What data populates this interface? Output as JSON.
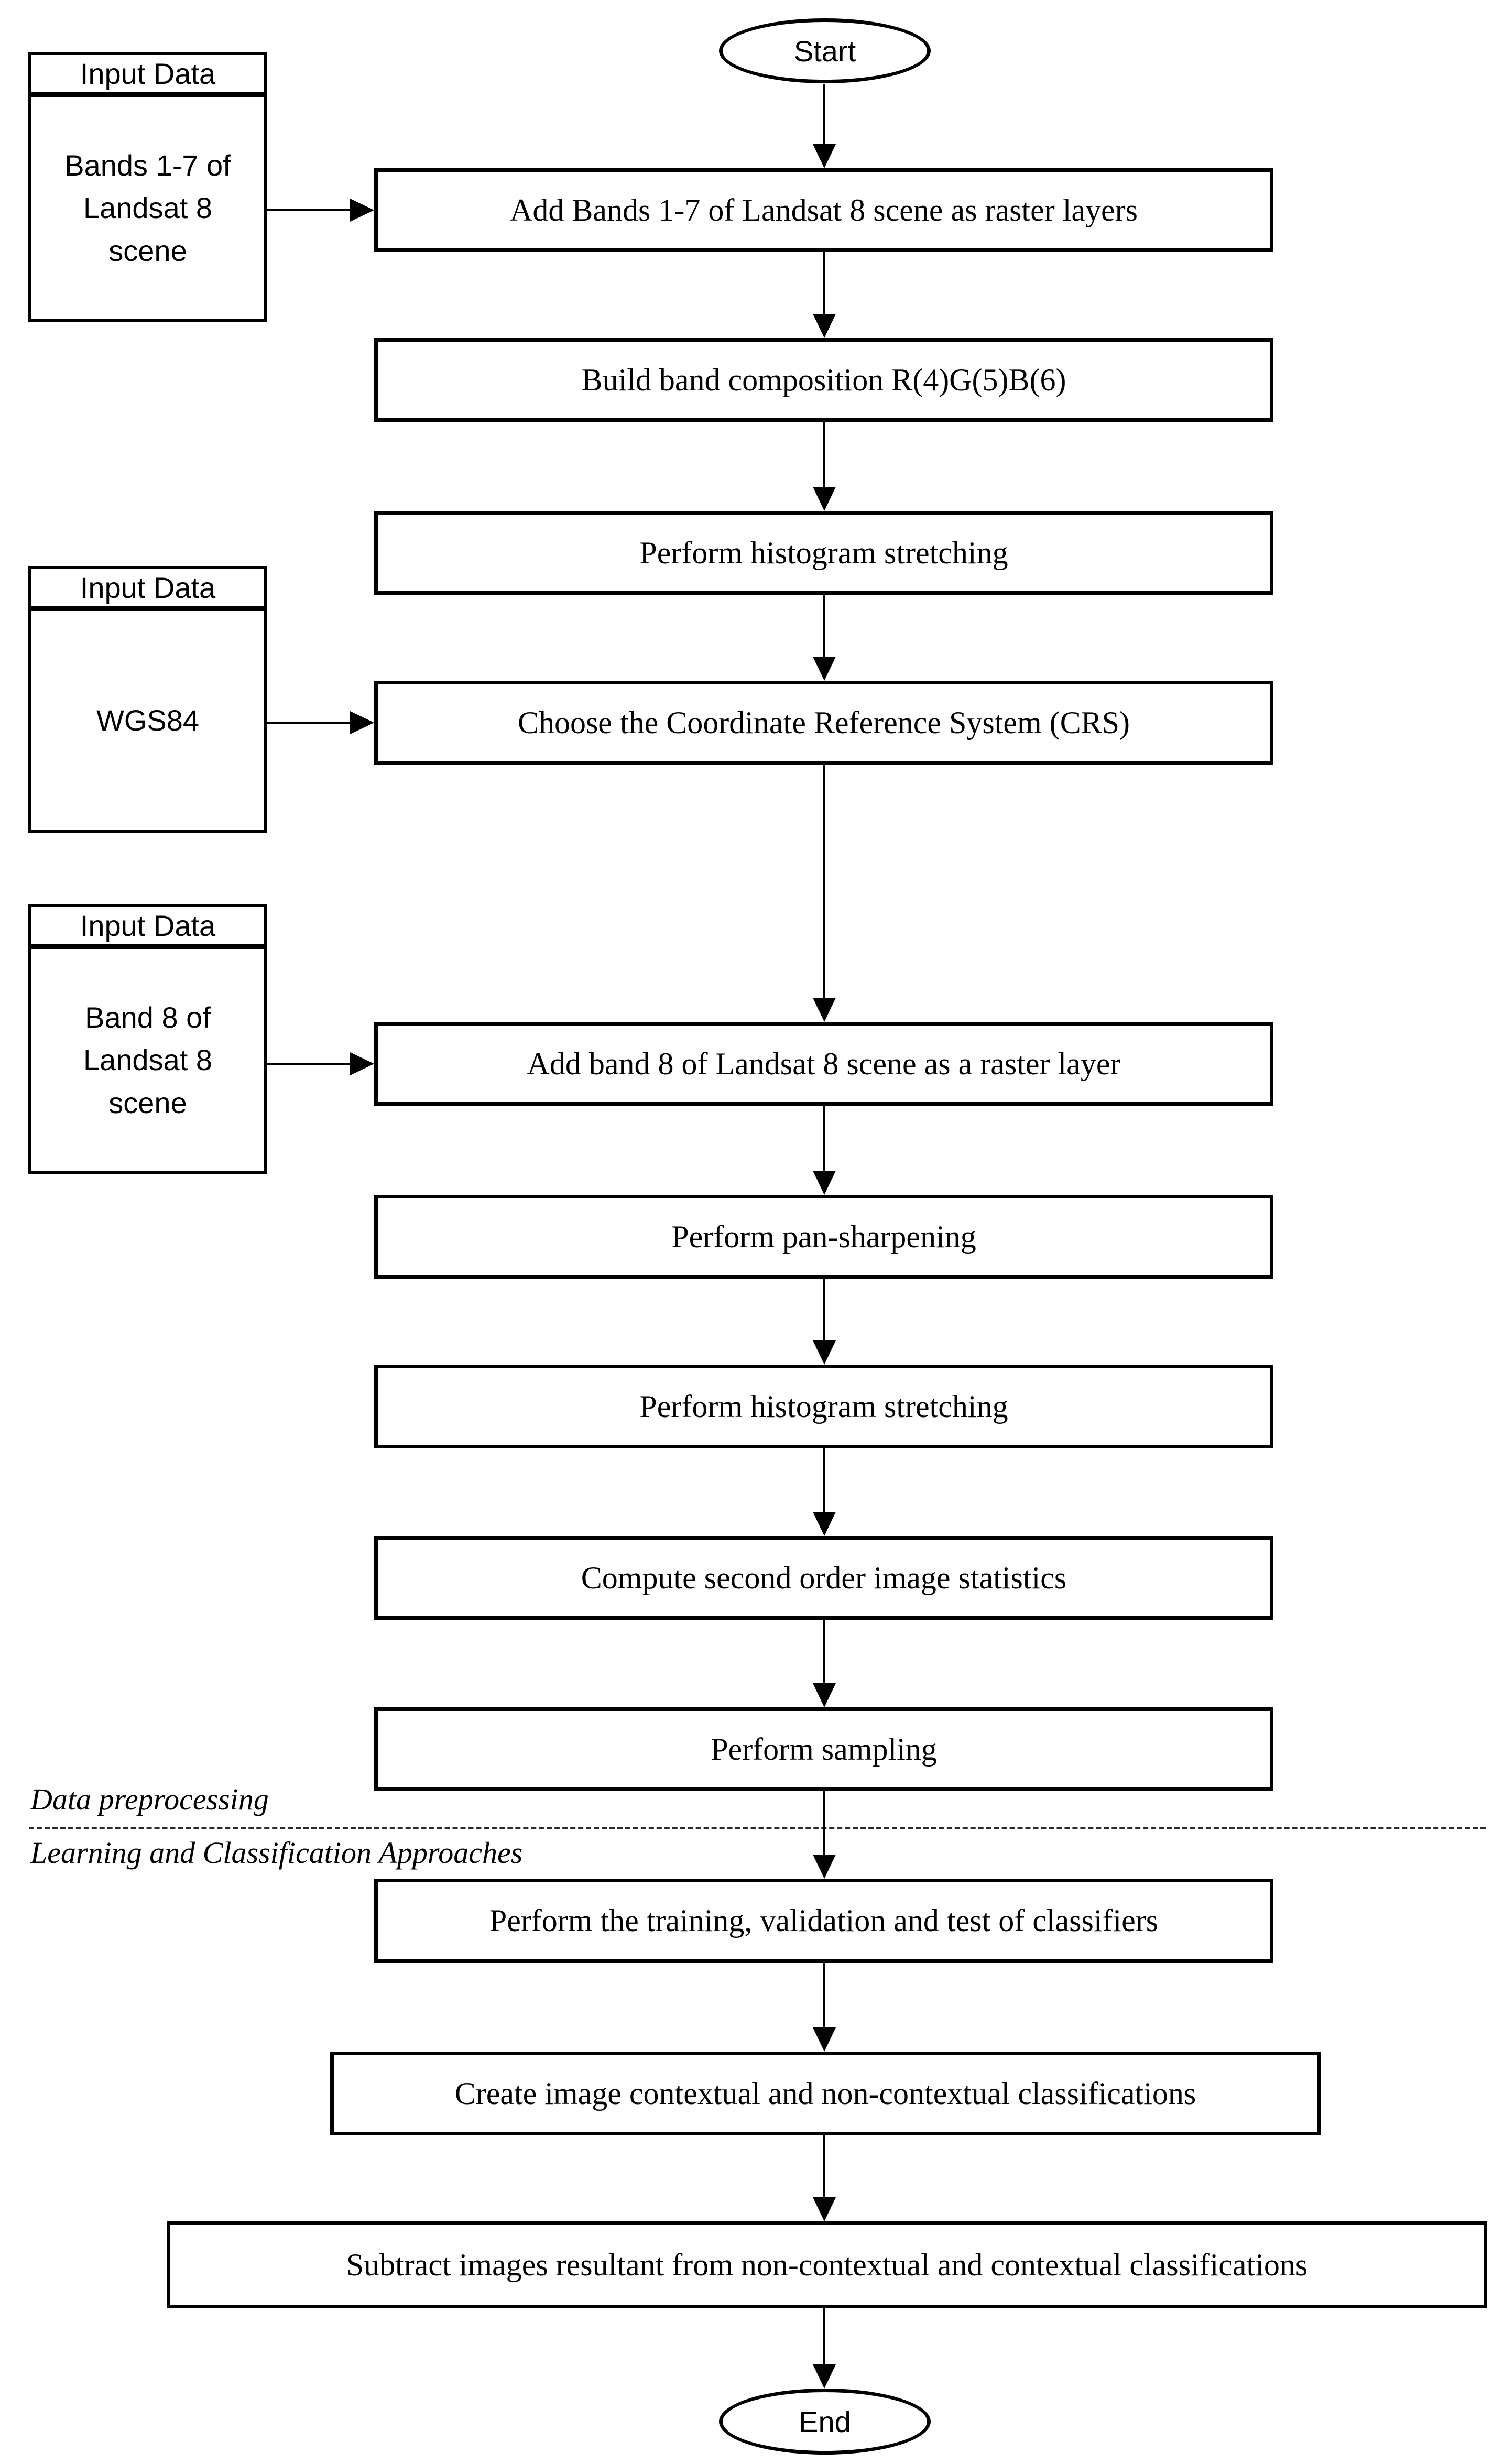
{
  "flowchart": {
    "start_label": "Start",
    "end_label": "End",
    "section_divider": {
      "above_label": "Data preprocessing",
      "below_label": "Learning and Classification Approaches"
    },
    "input_boxes": [
      {
        "header": "Input Data",
        "line1": "Bands 1-7 of",
        "line2": "Landsat 8",
        "line3": "scene"
      },
      {
        "header": "Input Data",
        "line1": "WGS84"
      },
      {
        "header": "Input Data",
        "line1": "Band 8 of",
        "line2": "Landsat 8",
        "line3": "scene"
      }
    ],
    "steps": [
      "Add Bands 1-7 of Landsat 8 scene as raster layers",
      "Build band composition R(4)G(5)B(6)",
      "Perform histogram stretching",
      "Choose the Coordinate Reference System (CRS)",
      "Add band 8 of Landsat 8 scene as a raster layer",
      "Perform pan-sharpening",
      "Perform histogram stretching",
      "Compute second order image statistics",
      "Perform sampling",
      "Perform the training, validation and test of classifiers",
      "Create image contextual and non-contextual classifications",
      "Subtract images resultant from non-contextual and contextual classifications"
    ],
    "colors": {
      "stroke": "#000000",
      "background": "#ffffff",
      "text": "#000000"
    }
  }
}
